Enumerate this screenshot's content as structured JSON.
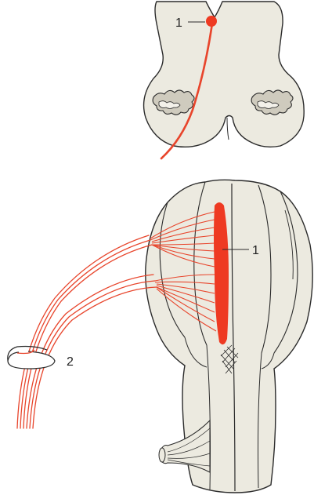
{
  "labels": {
    "top_nucleus": "1",
    "bottom_nucleus": "1",
    "nerve_loop": "2"
  },
  "colors": {
    "tissue_fill": "#eceae0",
    "tissue_stroke": "#2b2b2b",
    "nucleus_red": "#ee3a22",
    "fiber_red": "#e8452c",
    "gyral_fill": "#cfcbbe"
  }
}
